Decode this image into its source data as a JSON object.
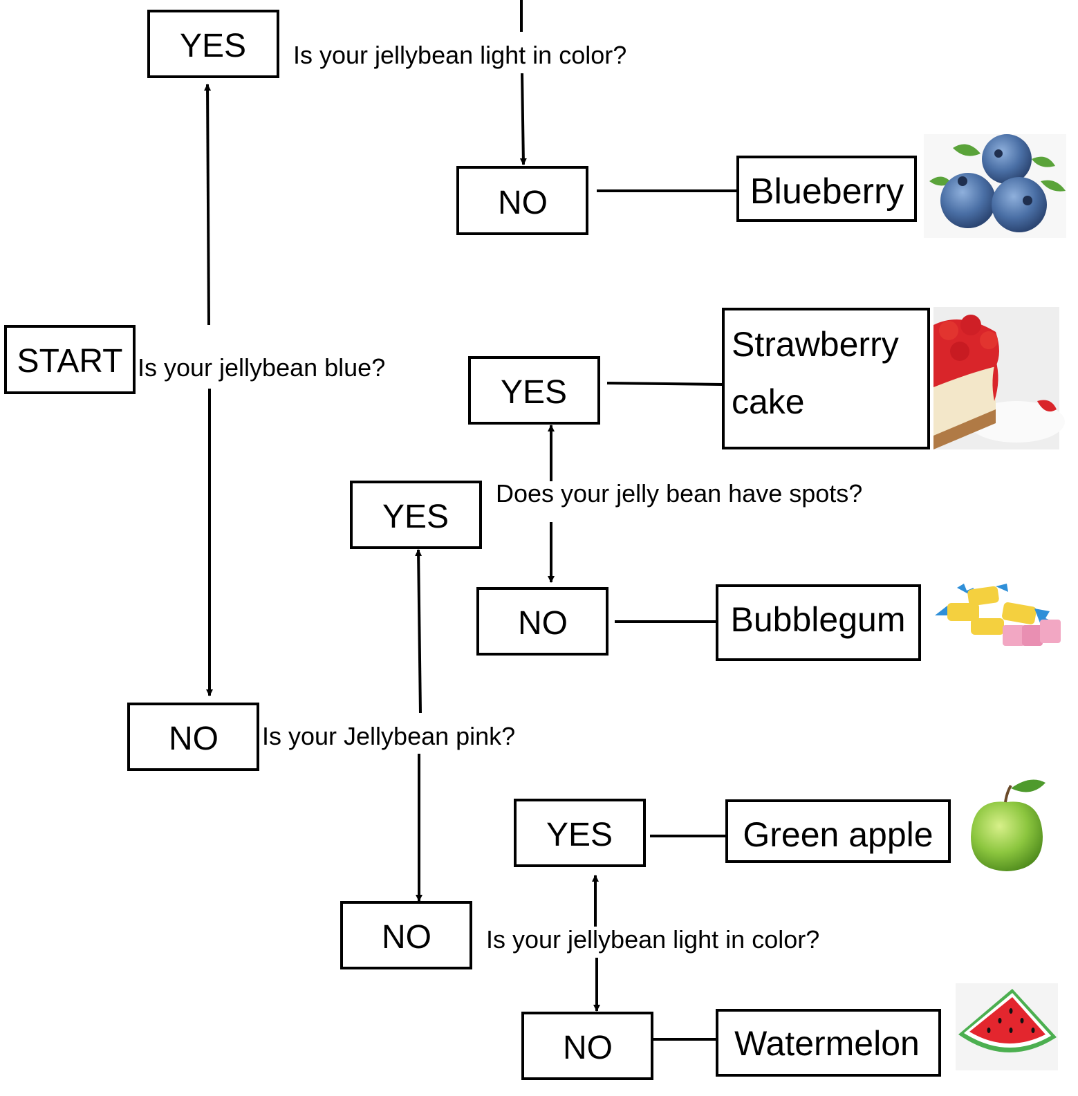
{
  "nodes": {
    "start": "START",
    "yes_blue": "YES",
    "no_blue": "NO",
    "no_light_top": "NO",
    "blueberry": "Blueberry",
    "yes_pink": "YES",
    "no_pink": "NO",
    "yes_spots": "YES",
    "no_spots": "NO",
    "strawberry_line1": "Strawberry",
    "strawberry_line2": "cake",
    "bubblegum": "Bubblegum",
    "yes_light_bottom": "YES",
    "no_light_bottom": "NO",
    "green_apple": "Green apple",
    "watermelon": "Watermelon"
  },
  "questions": {
    "blue": "Is your jellybean blue?",
    "light_top": "Is your jellybean light in color?",
    "pink": "Is your Jellybean pink?",
    "spots": "Does your jelly bean have spots?",
    "light_bottom": "Is your jellybean light in color?"
  },
  "pictures": {
    "blueberry": "blueberries-picture",
    "strawberry_cake": "strawberry-cheesecake-picture",
    "bubblegum": "bubblegum-candy-picture",
    "green_apple": "green-apple-picture",
    "watermelon": "watermelon-slice-picture"
  },
  "colors": {
    "line": "#000000",
    "blueberry": "#4a6fa5",
    "cake_red": "#d9252a",
    "cake_cream": "#f3e7c9",
    "gum_pink": "#f2a7c3",
    "gum_blue": "#2f8fd8",
    "gum_yellow": "#f4d03f",
    "apple_green": "#8cc63f",
    "melon_red": "#e3262e",
    "melon_green": "#4caf50"
  }
}
